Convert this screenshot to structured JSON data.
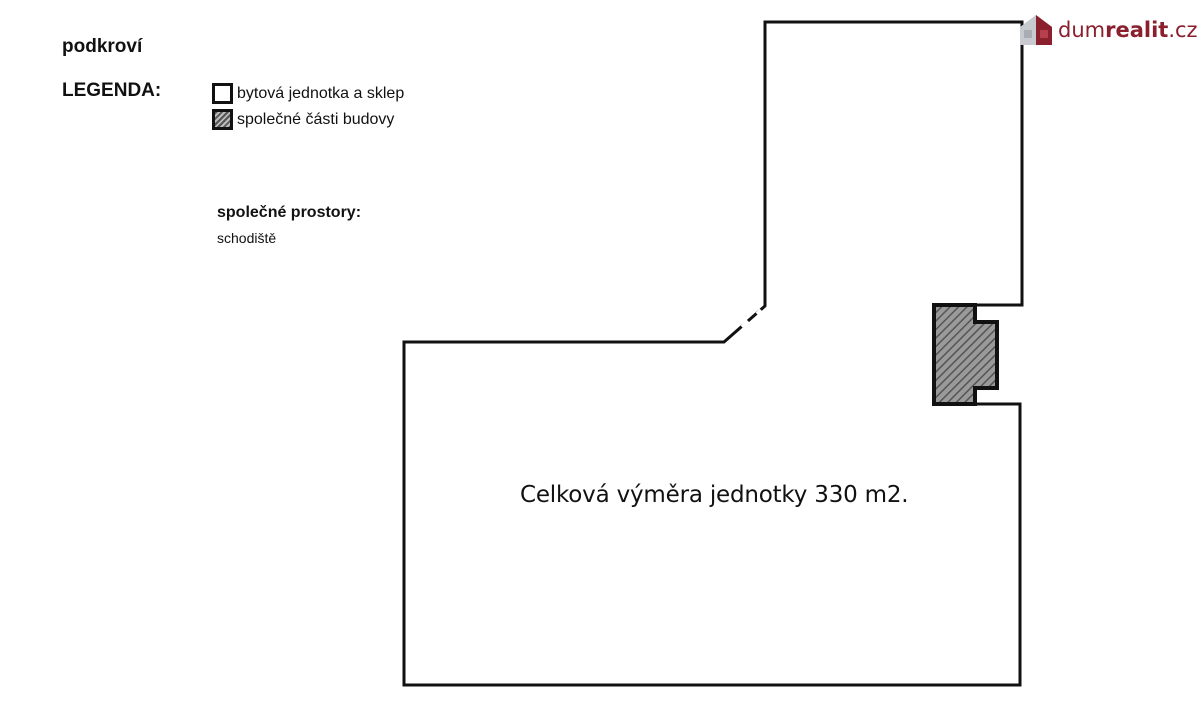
{
  "floor_title": "podkroví",
  "legend": {
    "heading": "LEGENDA:",
    "items": [
      {
        "label": "bytová jednotka a sklep",
        "fill": "#ffffff"
      },
      {
        "label": "společné části budovy",
        "fill": "#888888"
      }
    ]
  },
  "common_spaces": {
    "heading": "společné prostory:",
    "items": [
      "schodiště"
    ]
  },
  "brand": {
    "prefix": "dum",
    "bold": "realit",
    "suffix": ".cz",
    "color": "#8a1f2e"
  },
  "plan": {
    "area_label": "Celková výměra jednotky 330 m2.",
    "wall_color": "#111111",
    "common_fill": "#777777"
  }
}
